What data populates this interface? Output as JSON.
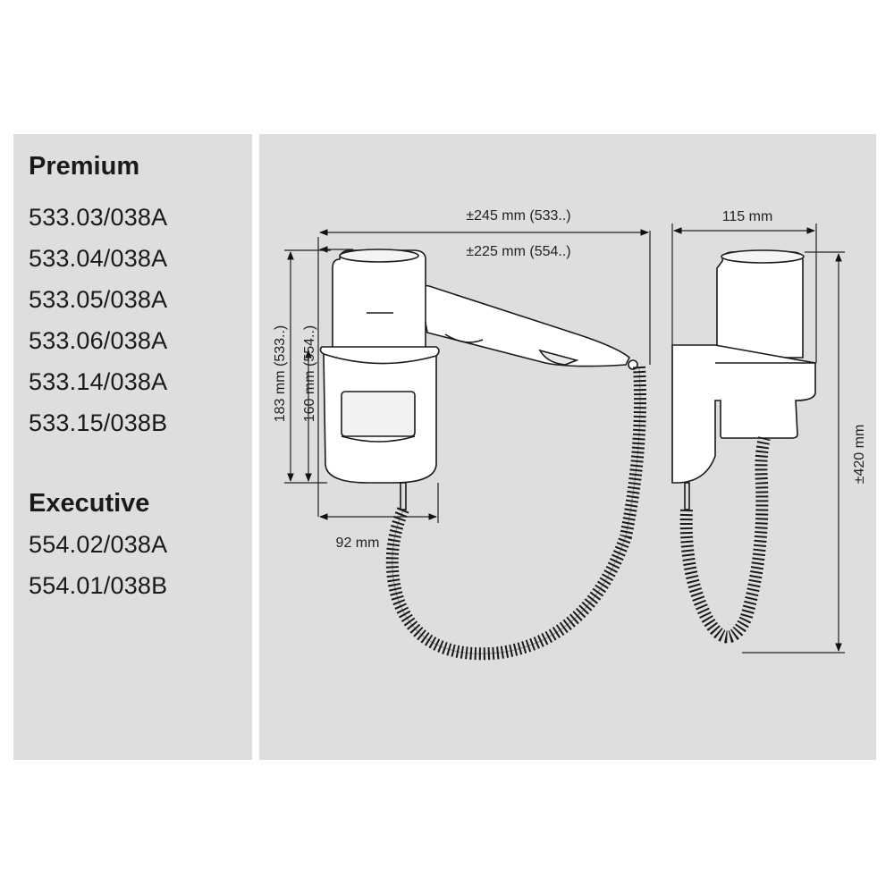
{
  "premium": {
    "heading": "Premium",
    "models": [
      "533.03/038A",
      "533.04/038A",
      "533.05/038A",
      "533.06/038A",
      "533.14/038A",
      "533.15/038B"
    ]
  },
  "executive": {
    "heading": "Executive",
    "models": [
      "554.02/038A",
      "554.01/038B"
    ]
  },
  "dimensions": {
    "width_533": "±245 mm (533..)",
    "width_554": "±225 mm (554..)",
    "height_533": "183 mm (533..)",
    "height_554": "160 mm (554..)",
    "holder_width": "92 mm",
    "side_width": "115 mm",
    "total_height": "±420 mm"
  }
}
